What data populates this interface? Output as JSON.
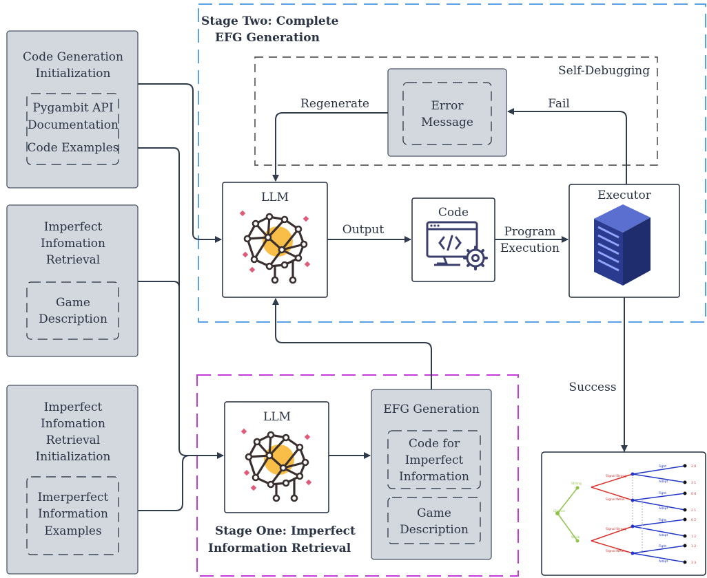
{
  "stage_two": {
    "title_line1": "Stage Two: Complete",
    "title_line2": "EFG Generation",
    "self_debugging": "Self-Debugging",
    "error_box_line1": "Error",
    "error_box_line2": "Message",
    "regenerate": "Regenerate",
    "fail": "Fail",
    "llm": "LLM",
    "output": "Output",
    "code": "Code",
    "program_line1": "Program",
    "program_line2": "Execution",
    "executor": "Executor",
    "success": "Success"
  },
  "stage_one": {
    "title_line1": "Stage One: Imperfect",
    "title_line2": "Information  Retrieval",
    "llm": "LLM",
    "efg_title": "EFG Generation",
    "code_for_line1": "Code for",
    "code_for_line2": "Imperfect",
    "code_for_line3": "Information",
    "game_desc_line1": "Game",
    "game_desc_line2": "Description"
  },
  "left_boxes": {
    "box1_line1": "Code Generation",
    "box1_line2": "Initialization",
    "box1_inner_line1": "Pygambit API",
    "box1_inner_line2": "Documentation",
    "box1_inner_line3": "Code Examples",
    "box2_line1": "Imperfect",
    "box2_line2": "Infomation",
    "box2_line3": "Retrieval",
    "box2_inner_line1": "Game",
    "box2_inner_line2": "Description",
    "box3_line1": "Imperfect",
    "box3_line2": "Infomation",
    "box3_line3": "Retrieval",
    "box3_line4": "Initialization",
    "box3_inner_line1": "Imerperfect",
    "box3_inner_line2": "Information",
    "box3_inner_line3": "Examples"
  },
  "tree": {
    "nature": "Chance",
    "strong": "Strong",
    "weak": "Weak",
    "signal_strong": "Signal Strong",
    "signal_weak": "Signal Weak",
    "fight": "Fight",
    "adapt": "Adapt",
    "payoffs": [
      "2 0",
      "3 1",
      "0 0",
      "2 1",
      "0 2",
      "1 2",
      "1 2",
      "3 3"
    ]
  },
  "colors": {
    "grey_box": "#d3d8df",
    "stage_two_dash": "#5aa0e6",
    "stage_one_dash": "#c33ad9",
    "tree_green": "#8fc34a",
    "tree_red": "#d9302a",
    "tree_blue": "#2136c8"
  },
  "icons": [
    "brain-network-icon",
    "code-window-gear-icon",
    "server-rack-icon"
  ]
}
